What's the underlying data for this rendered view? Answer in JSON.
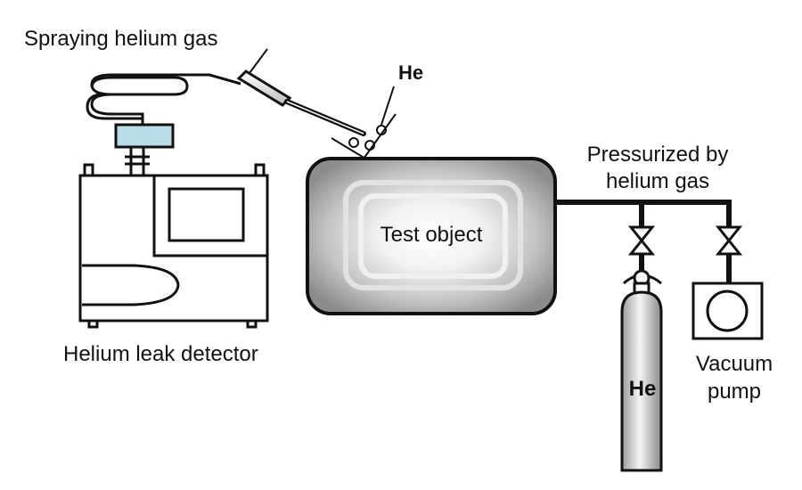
{
  "labels": {
    "spraying": "Spraying helium gas",
    "he_spray": "He",
    "test_object": "Test object",
    "pressurized_line1": "Pressurized by",
    "pressurized_line2": "helium gas",
    "detector": "Helium leak detector",
    "he_cylinder": "He",
    "vacuum_line1": "Vacuum",
    "vacuum_line2": "pump"
  },
  "colors": {
    "stroke": "#111111",
    "detector_display": "#b9dde6",
    "object_fill_outer": "#8c8c8c",
    "object_fill_inner": "#ffffff",
    "cylinder_fill": "#c8c8c8"
  },
  "icons": [
    "helium-leak-detector-icon",
    "spray-probe-icon",
    "test-object-vessel",
    "helium-cylinder-icon",
    "valve-icon",
    "vacuum-pump-icon"
  ]
}
